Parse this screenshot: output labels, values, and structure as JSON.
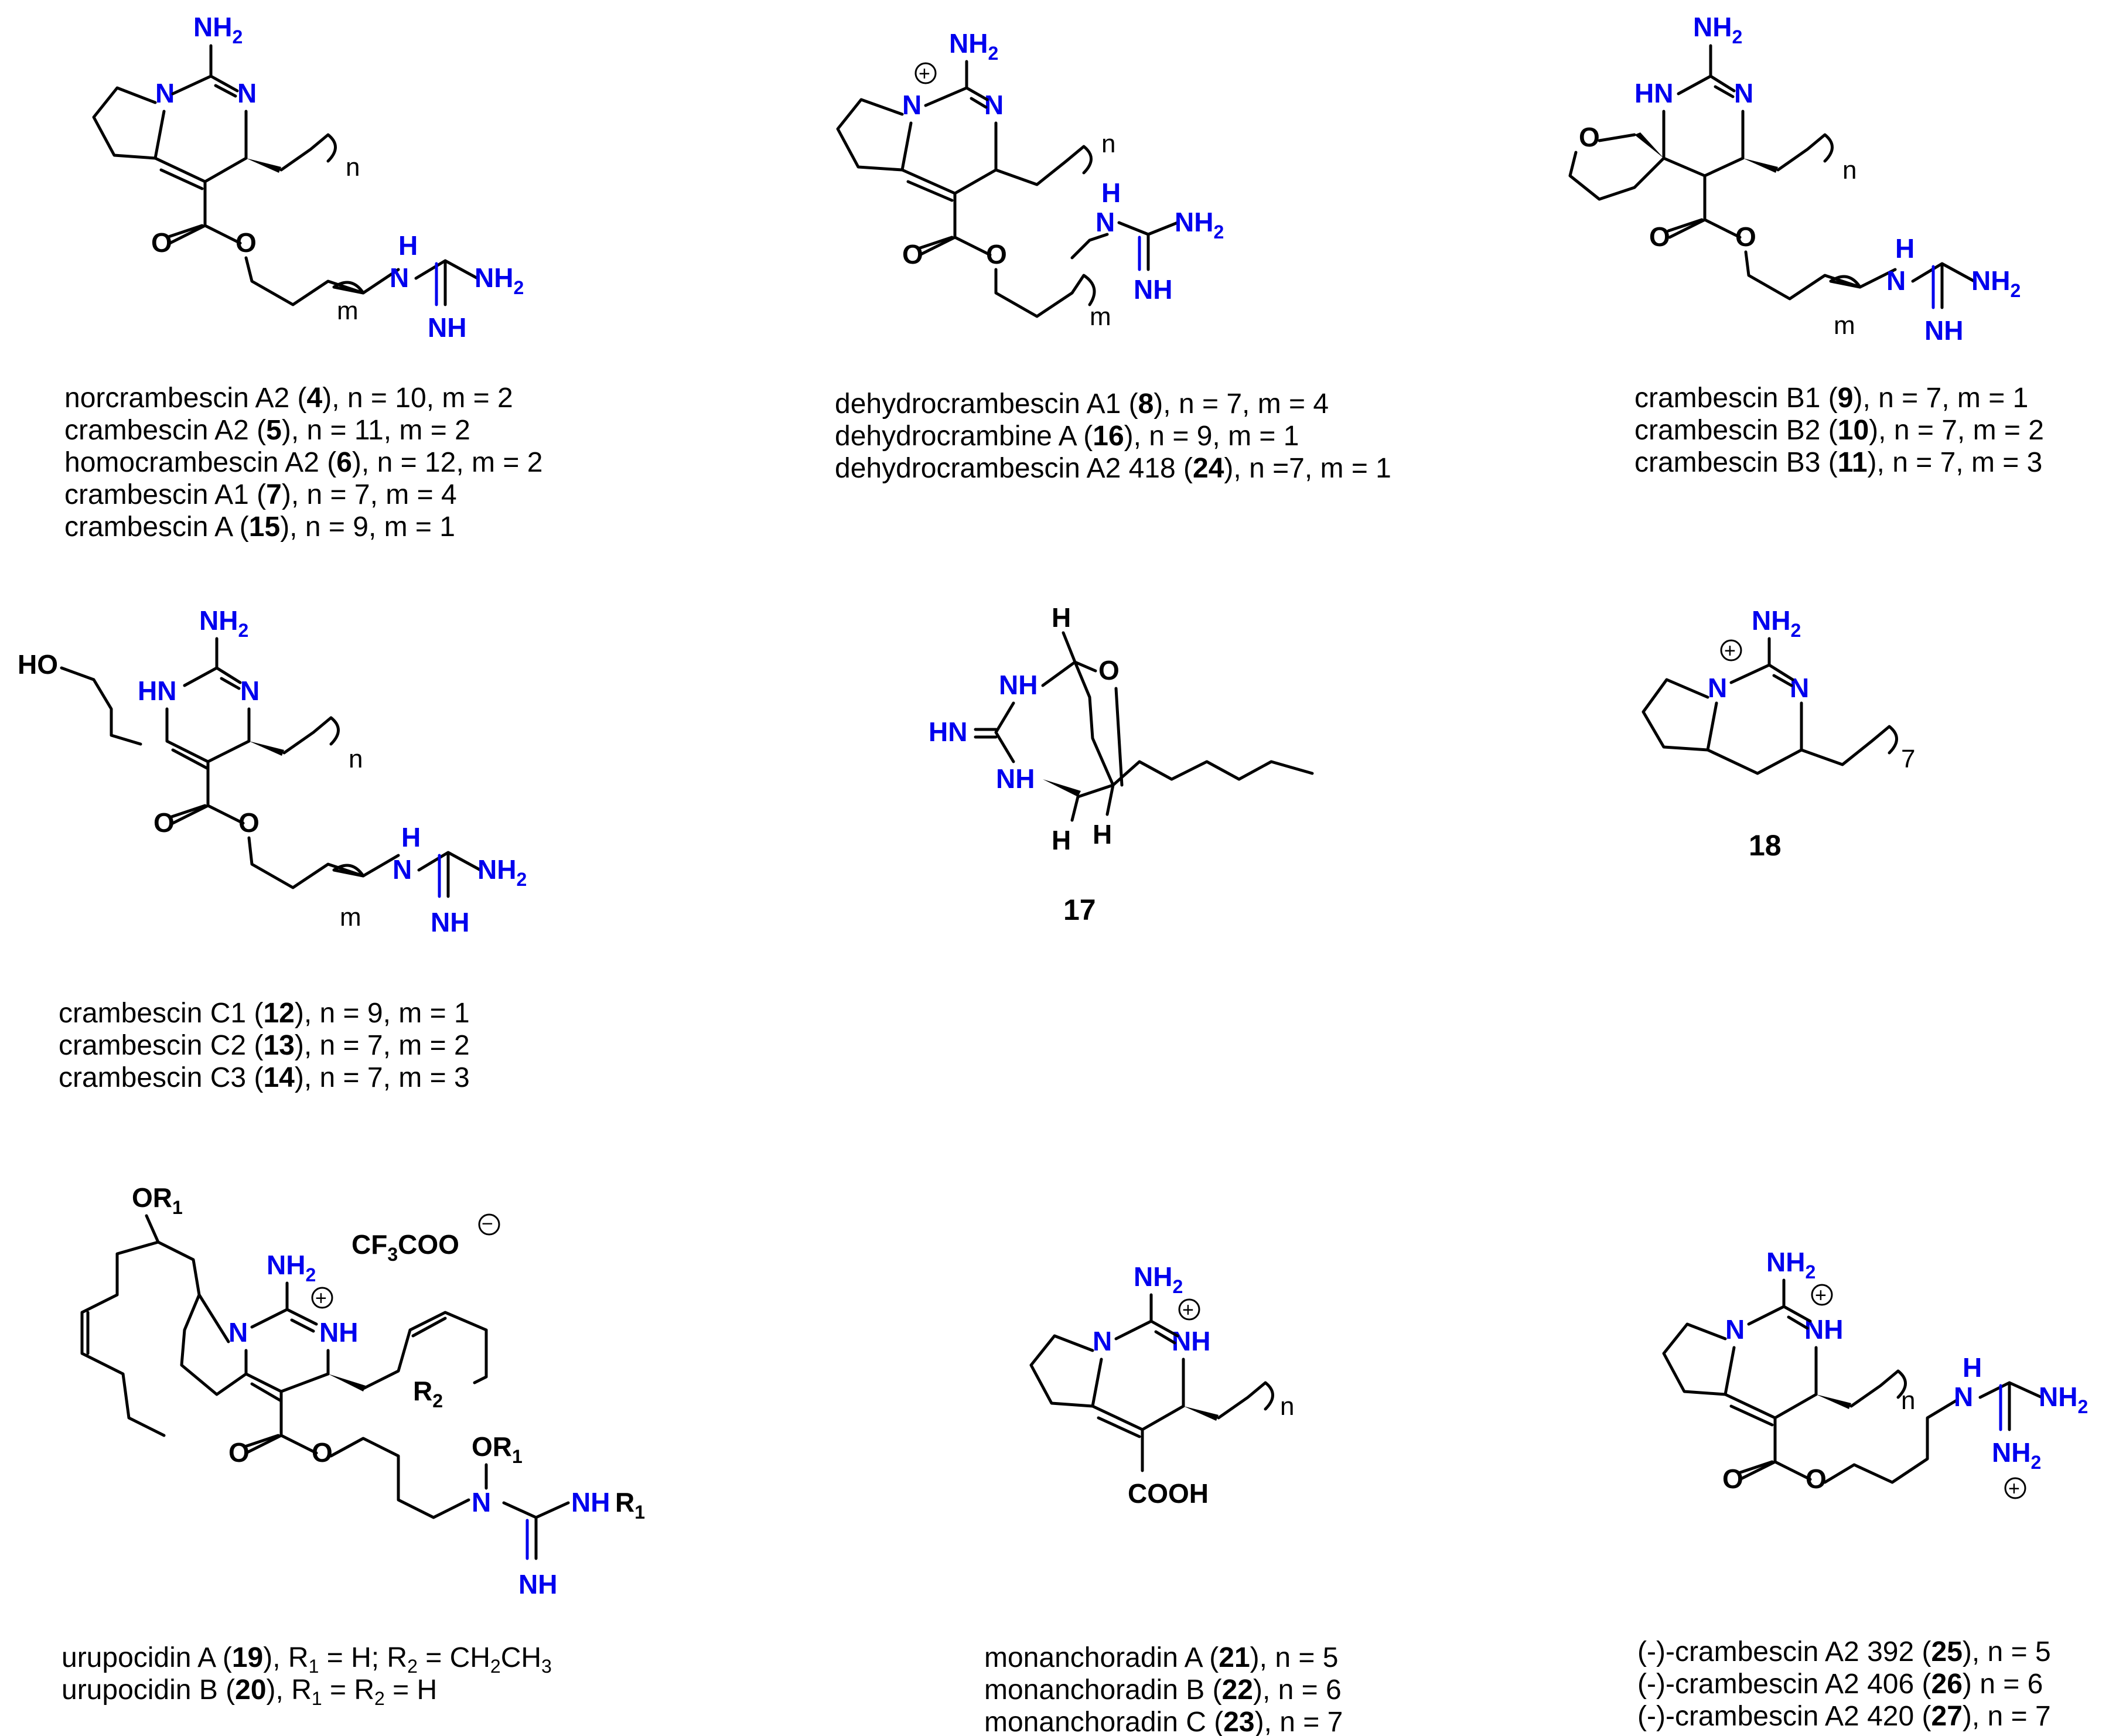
{
  "captions": {
    "g1": [
      {
        "pre": "norcrambescin A2 (",
        "num": "4",
        "post": "), n = 10, m = 2"
      },
      {
        "pre": "crambescin A2 (",
        "num": "5",
        "post": "), n = 11, m = 2"
      },
      {
        "pre": "homocrambescin A2 (",
        "num": "6",
        "post": "), n = 12, m = 2"
      },
      {
        "pre": "crambescin A1 (",
        "num": "7",
        "post": "), n = 7, m = 4"
      },
      {
        "pre": "crambescin A (",
        "num": "15",
        "post": "), n = 9, m = 1"
      }
    ],
    "g2": [
      {
        "pre": "dehydrocrambescin A1 (",
        "num": "8",
        "post": "), n = 7, m = 4"
      },
      {
        "pre": "dehydrocrambine A (",
        "num": "16",
        "post": "), n = 9, m = 1"
      },
      {
        "pre": "dehydrocrambescin A2 418 (",
        "num": "24",
        "post": "), n =7, m = 1"
      }
    ],
    "g3": [
      {
        "pre": "crambescin B1 (",
        "num": "9",
        "post": "), n = 7, m = 1"
      },
      {
        "pre": "crambescin B2 (",
        "num": "10",
        "post": "), n = 7, m = 2"
      },
      {
        "pre": "crambescin B3 (",
        "num": "11",
        "post": "), n = 7, m = 3"
      }
    ],
    "g4": [
      {
        "pre": "crambescin C1 (",
        "num": "12",
        "post": "), n = 9, m = 1"
      },
      {
        "pre": "crambescin C2 (",
        "num": "13",
        "post": "), n = 7, m = 2"
      },
      {
        "pre": "crambescin C3 (",
        "num": "14",
        "post": "), n = 7, m = 3"
      }
    ],
    "g7": [
      {
        "pre": "urupocidin A (",
        "num": "19",
        "post": "), R1 = H; R2 = CH2CH3"
      },
      {
        "pre": "urupocidin B (",
        "num": "20",
        "post": "), R1 = R2 = H"
      }
    ],
    "g8": [
      {
        "pre": "monanchoradin A (",
        "num": "21",
        "post": "), n = 5"
      },
      {
        "pre": "monanchoradin B (",
        "num": "22",
        "post": "), n = 6"
      },
      {
        "pre": "monanchoradin C (",
        "num": "23",
        "post": "), n = 7"
      }
    ],
    "g9": [
      {
        "pre": "(-)-crambescin A2 392 (",
        "num": "25",
        "post": "), n = 5"
      },
      {
        "pre": "(-)-crambescin A2 406 (",
        "num": "26",
        "post": ")  n = 6"
      },
      {
        "pre": "(-)-crambescin A2 420 (",
        "num": "27",
        "post": "), n = 7"
      }
    ]
  },
  "compound_numbers": {
    "c17": "17",
    "c18": "18"
  },
  "atoms": {
    "NH2": "NH2",
    "N": "N",
    "NH": "NH",
    "HN": "HN",
    "O": "O",
    "H": "H",
    "HO": "HO",
    "COOH": "COOH",
    "OR1": "OR1",
    "NHR1": "NHR1",
    "R2": "R2",
    "CF3COO": "CF3COO",
    "HN=": "HN"
  },
  "indices": {
    "n": "n",
    "m": "m",
    "seven": "7"
  },
  "colors": {
    "heteroatom": "#0000ee",
    "default": "#000000"
  }
}
